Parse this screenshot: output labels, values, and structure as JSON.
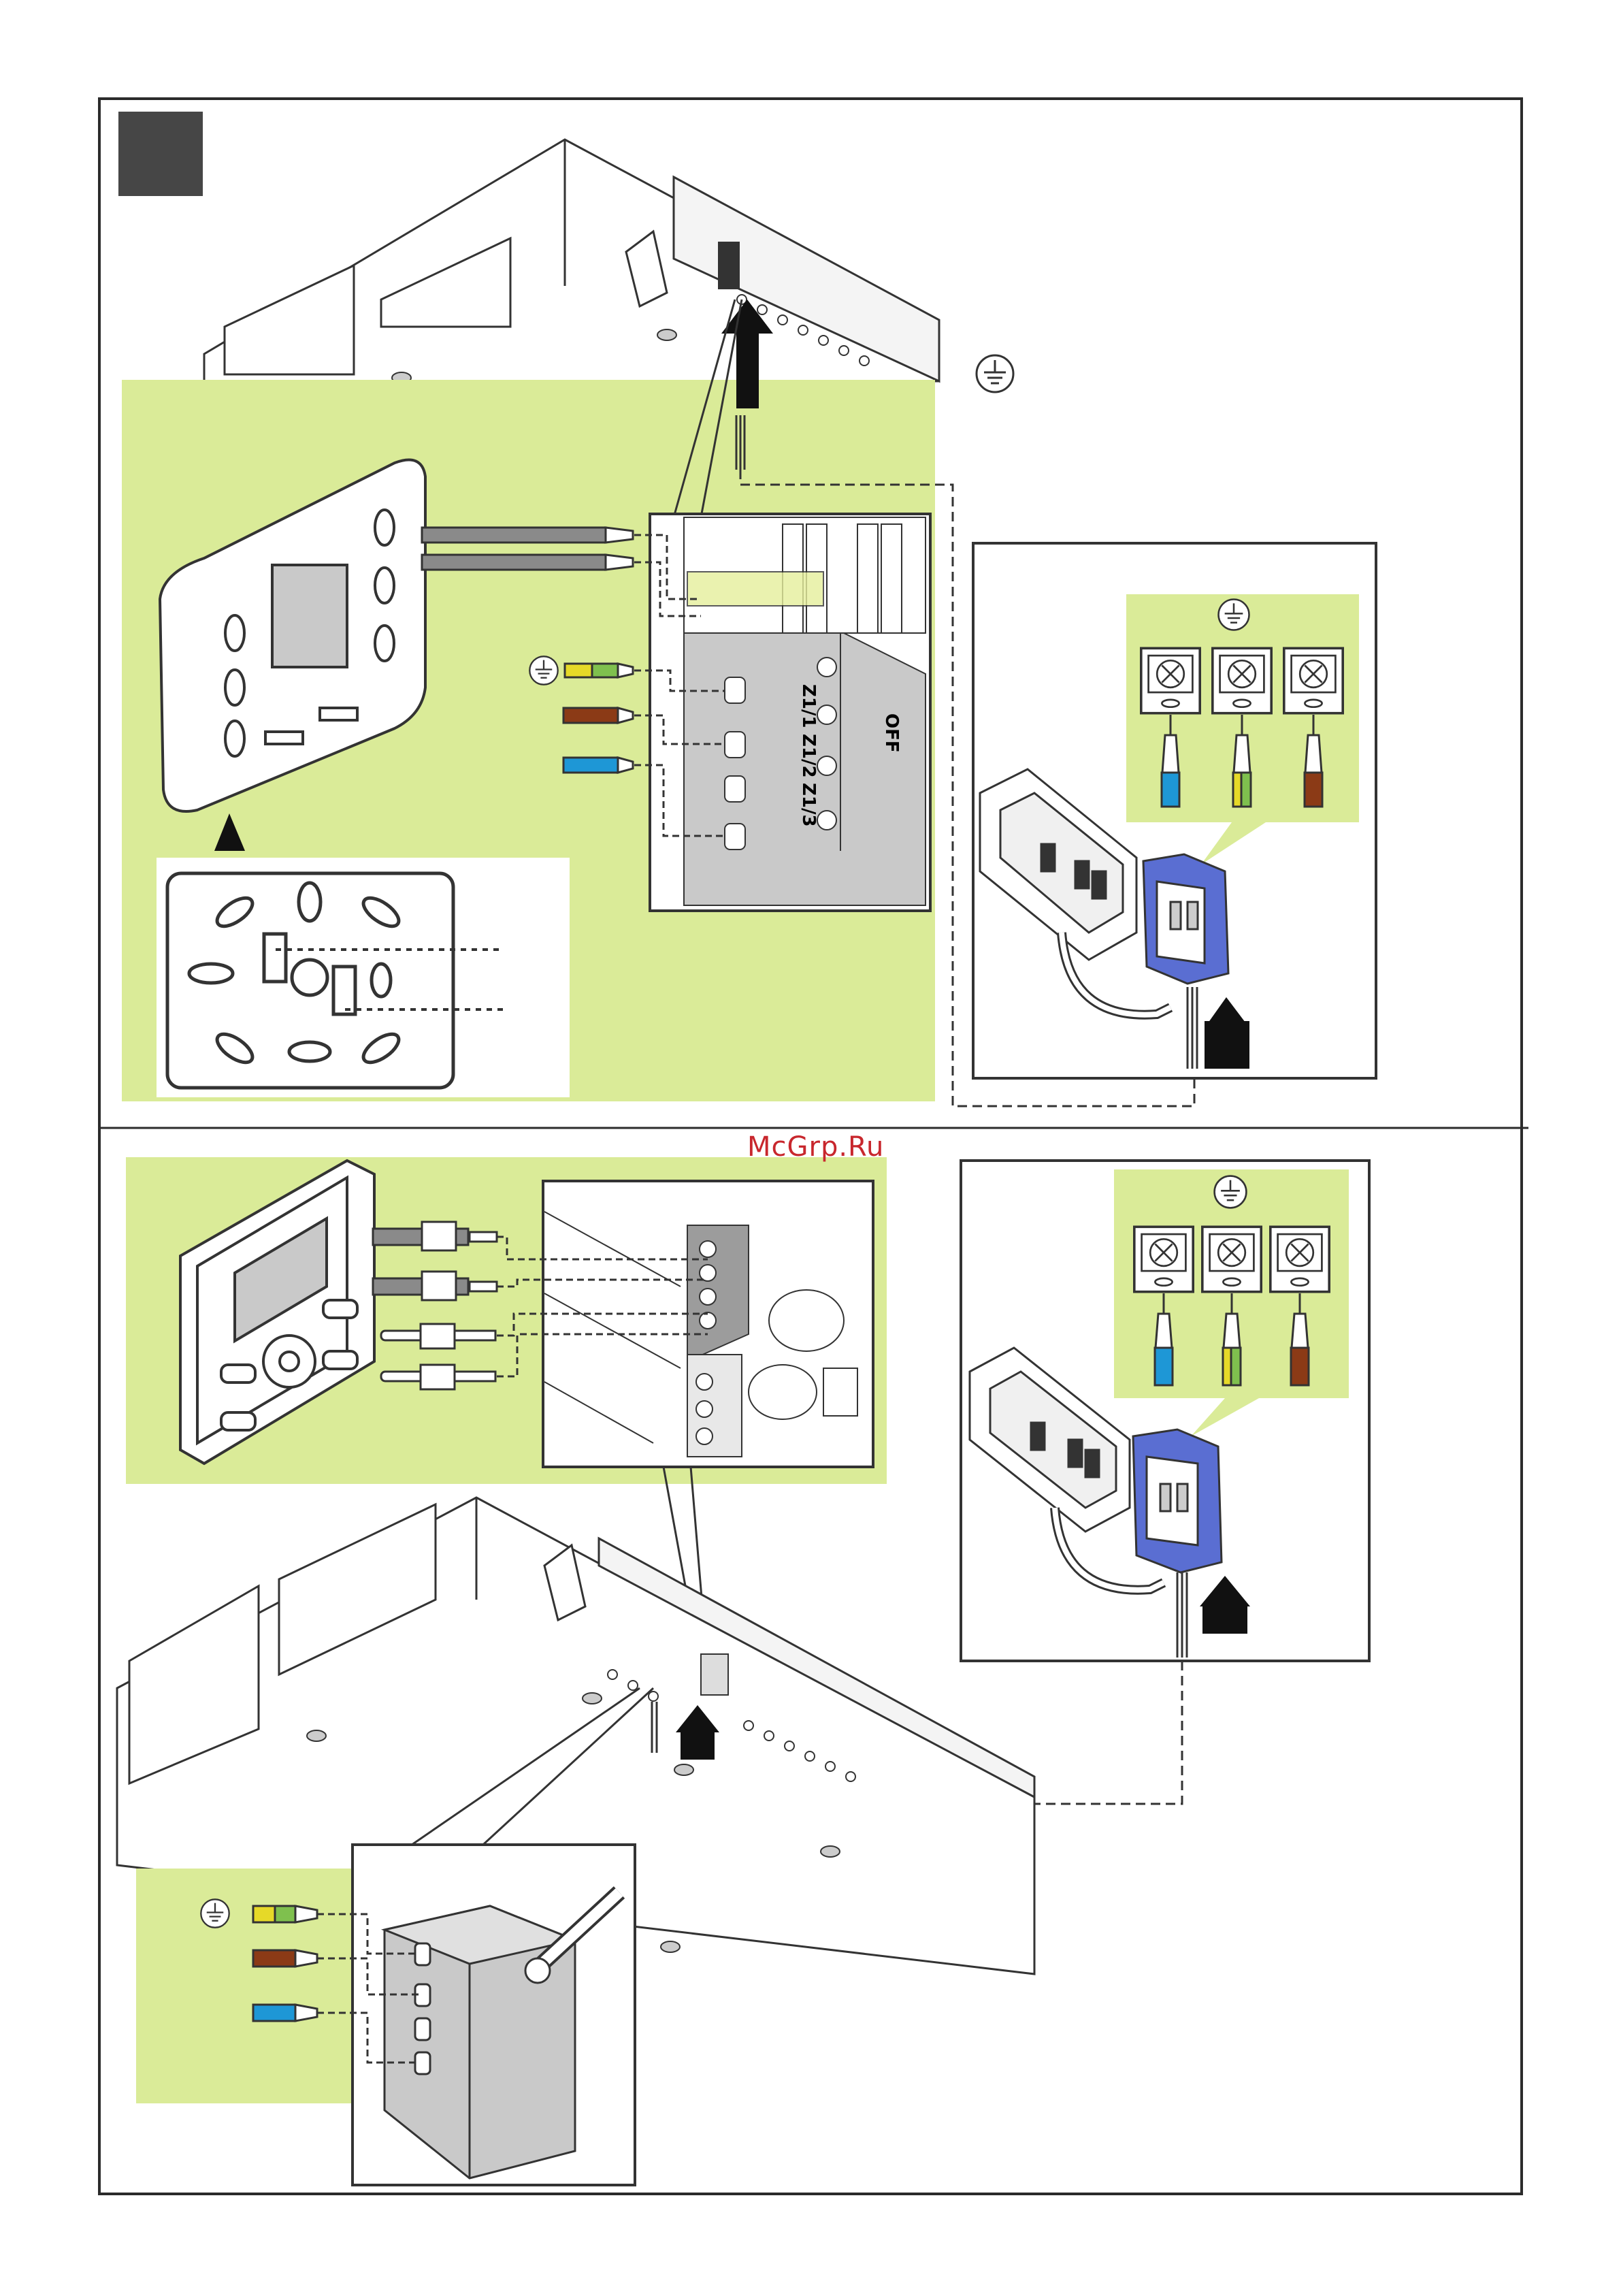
{
  "watermark": "McGrp.Ru",
  "footer_text": "",
  "colors": {
    "panel_green": "#daeb98",
    "frame": "#2b2b2b",
    "step_badge": "#464646",
    "wire_blue": "#1e97d6",
    "wire_brown": "#8b3a16",
    "wire_yellow": "#e6d928",
    "wire_green": "#7fc04e",
    "wire_grey": "#8a8a8a",
    "breaker_box": "#5a6ed2",
    "terminal_grey": "#c9c9c9",
    "watermark": "#c8272d"
  },
  "icons": {
    "ground": "ground-symbol-icon",
    "arrow": "up-arrow-icon"
  },
  "terminal_labels": {
    "t1": "Z1/1",
    "t2": "Z1/2",
    "t3": "Z1/3",
    "switch": "OFF"
  }
}
